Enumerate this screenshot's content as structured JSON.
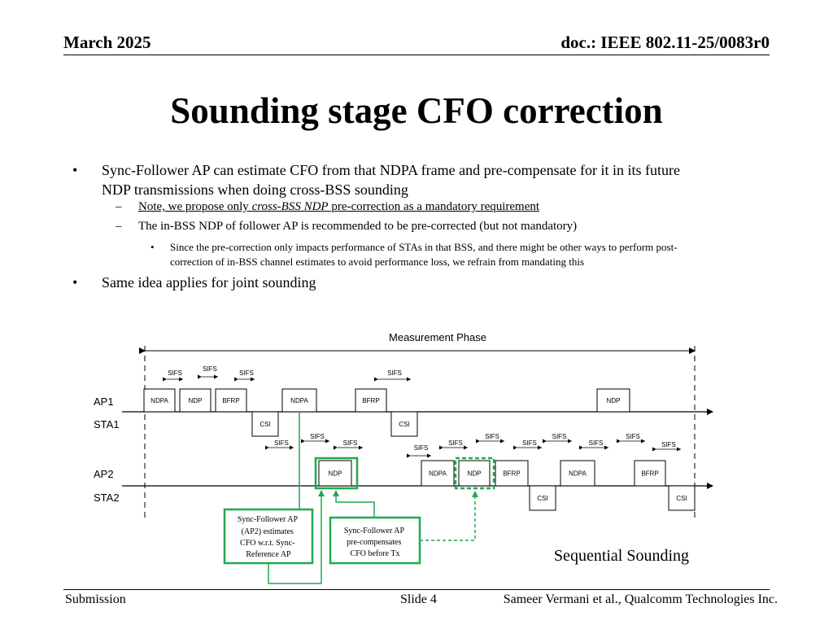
{
  "header": {
    "date": "March 2025",
    "doc": "doc.: IEEE 802.11-25/0083r0"
  },
  "title": "Sounding stage CFO correction",
  "bullets": {
    "b1_line1": "Sync-Follower AP can estimate CFO from that NDPA frame and pre-compensate for it in its future",
    "b1_line2": "NDP transmissions when doing cross-BSS sounding",
    "note_prefix": "Note, we propose only ",
    "note_em": "cross-BSS NDP",
    "note_suffix": " pre-correction as a mandatory requirement",
    "inbss": "The in-BSS NDP of follower AP is recommended to be pre-corrected (but not mandatory)",
    "since_line1": "Since the pre-correction only impacts performance of STAs in that BSS, and there might be other ways to perform post-",
    "since_line2": "correction of in-BSS channel estimates to avoid performance loss, we refrain from mandating this",
    "same_idea": "Same idea applies for joint sounding"
  },
  "diagram": {
    "phase_label": "Measurement Phase",
    "rows": {
      "ap1": "AP1",
      "sta1": "STA1",
      "ap2": "AP2",
      "sta2": "STA2"
    },
    "frames": {
      "ndpa": "NDPA",
      "ndp": "NDP",
      "bfrp": "BFRP",
      "csi": "CSI"
    },
    "sifs": "SIFS",
    "callout1": [
      "Sync-Follower AP",
      "(AP2) estimates",
      "CFO w.r.t. Sync-",
      "Reference AP"
    ],
    "callout2": [
      "Sync-Follower AP",
      "pre-compensates",
      "CFO before Tx"
    ],
    "caption": "Sequential Sounding",
    "accent_color": "#1faa50"
  },
  "footer": {
    "left": "Submission",
    "mid": "Slide 4",
    "right": "Sameer Vermani et al., Qualcomm Technologies Inc."
  }
}
